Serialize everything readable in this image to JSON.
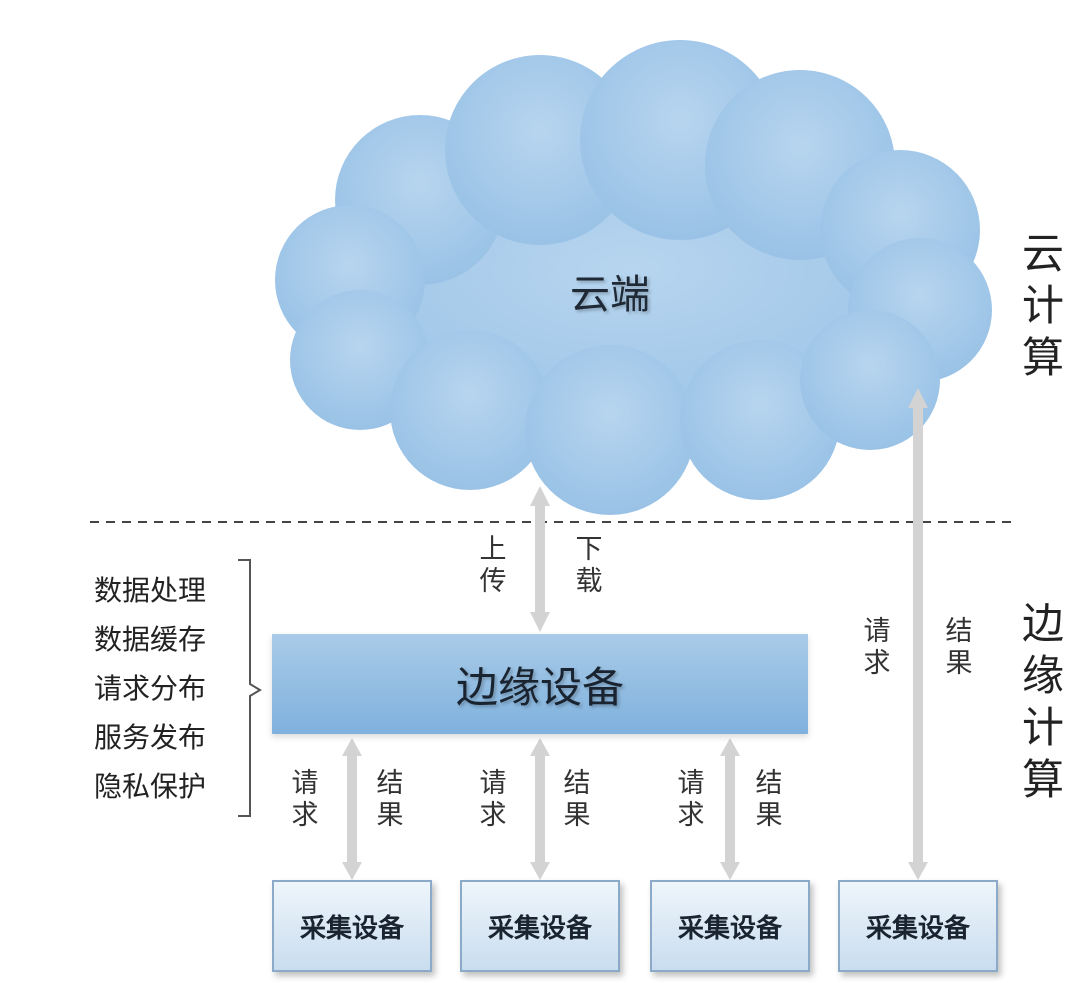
{
  "cloud": {
    "label": "云端"
  },
  "edge_device": {
    "label": "边缘设备"
  },
  "layers": {
    "cloud_computing": "云计算",
    "edge_computing": "边缘计算"
  },
  "links": {
    "upload": "上传",
    "download": "下载",
    "request": "请求",
    "result": "结果"
  },
  "functions": [
    "数据处理",
    "数据缓存",
    "请求分布",
    "服务发布",
    "隐私保护"
  ],
  "collection_devices": [
    "采集设备",
    "采集设备",
    "采集设备",
    "采集设备"
  ],
  "colors": {
    "cloud": "#a9cbea",
    "edge_box": "#8dbbe2",
    "arrow": "#d3d3d3"
  }
}
